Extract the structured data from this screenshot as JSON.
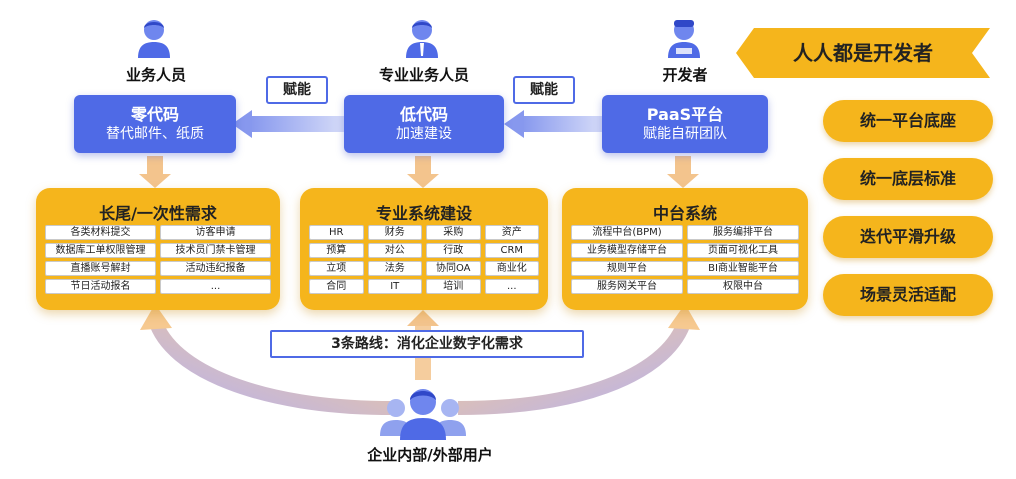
{
  "roles": [
    {
      "label": "业务人员"
    },
    {
      "label": "专业业务人员"
    },
    {
      "label": "开发者"
    }
  ],
  "platforms": [
    {
      "title": "零代码",
      "subtitle": "替代邮件、纸质"
    },
    {
      "title": "低代码",
      "subtitle": "加速建设"
    },
    {
      "title": "PaaS平台",
      "subtitle": "赋能自研团队"
    }
  ],
  "enable_label": "赋能",
  "panels": [
    {
      "title": "长尾/一次性需求",
      "cells": [
        "各类材料提交",
        "访客申请",
        "数据库工单权限管理",
        "技术员门禁卡管理",
        "直播账号解封",
        "活动违纪报备",
        "节日活动报名",
        "..."
      ]
    },
    {
      "title": "专业系统建设",
      "cells": [
        "HR",
        "财务",
        "采购",
        "资产",
        "预算",
        "对公",
        "行政",
        "CRM",
        "立项",
        "法务",
        "协同OA",
        "商业化",
        "合同",
        "IT",
        "培训",
        "..."
      ]
    },
    {
      "title": "中台系统",
      "cells": [
        "流程中台(BPM)",
        "服务编排平台",
        "业务模型存储平台",
        "页面可视化工具",
        "规则平台",
        "BI商业智能平台",
        "服务网关平台",
        "权限中台"
      ]
    }
  ],
  "routes_label": "3条路线：消化企业数字化需求",
  "users_label": "企业内部/外部用户",
  "banner": "人人都是开发者",
  "pills": [
    "统一平台底座",
    "统一底层标准",
    "迭代平滑升级",
    "场景灵活适配"
  ],
  "colors": {
    "blue": "#4f6ae6",
    "yellow": "#f5b51c",
    "arrow_blue": "#aab6f0",
    "arrow_orange": "#f2c48a"
  }
}
